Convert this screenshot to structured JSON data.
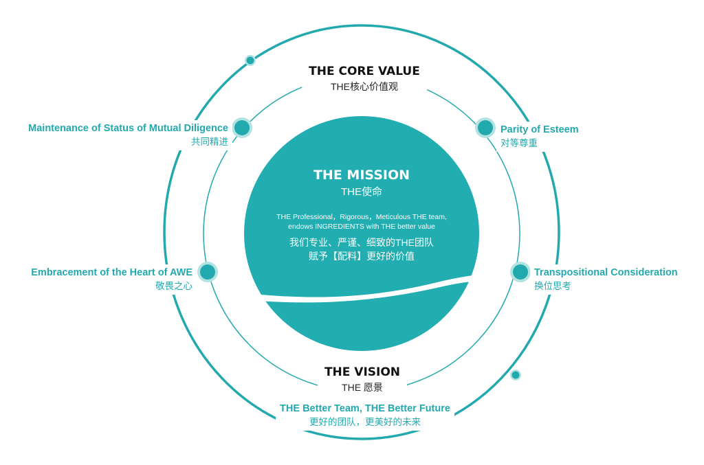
{
  "colors": {
    "accent": "#22a9ae",
    "halo": "#b3e2e3",
    "text": "#111111"
  },
  "core_value": {
    "title": "THE CORE VALUE",
    "subtitle": "THE核心价值观"
  },
  "mission": {
    "title": "THE MISSION",
    "subtitle": "THE使命",
    "desc_en": [
      "THE Professional，Rigorous，Meticulous THE team,",
      "endows INGREDIENTS with THE better value"
    ],
    "desc_zh": [
      "我们专业、严谨、细致的THE团队",
      "赋予【配料】更好的价值"
    ]
  },
  "vision": {
    "title": "THE VISION",
    "subtitle": "THE 愿景",
    "slogan_en": "THE Better Team, THE Better Future",
    "slogan_zh": "更好的团队，更美好的未来"
  },
  "values": [
    {
      "en": "Maintenance of Status of Mutual Diligence",
      "zh": "共同精进"
    },
    {
      "en": "Parity of Esteem",
      "zh": "对等尊重"
    },
    {
      "en": "Embracement of the Heart of AWE",
      "zh": "敬畏之心"
    },
    {
      "en": "Transpositional Consideration",
      "zh": "换位思考"
    }
  ]
}
